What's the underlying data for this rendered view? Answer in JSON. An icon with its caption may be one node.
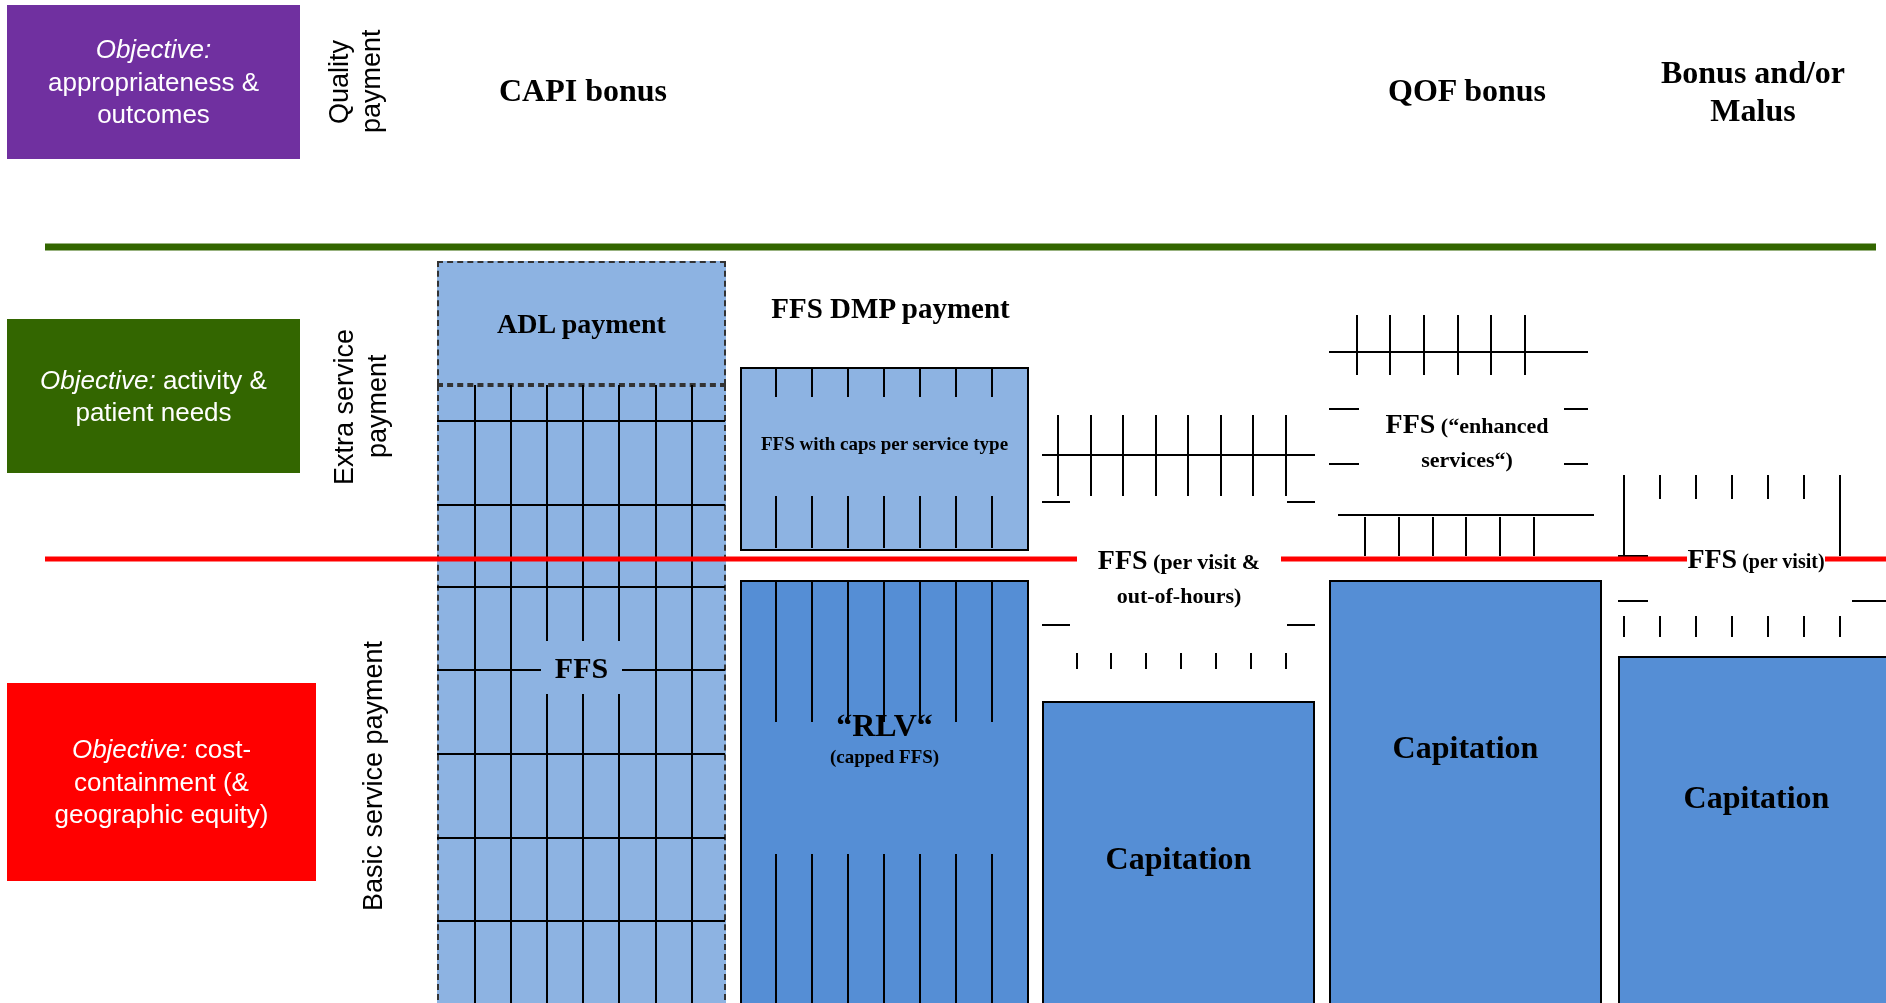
{
  "diagram": {
    "nodes": [
      {
        "text": [
          "*Objective:* appropriateness & outcomes"
        ]
      },
      {
        "text": [
          "*Objective:* activity & patient needs"
        ]
      },
      {
        "text": [
          "*Objective:* cost-containment (& geographic equity)"
        ]
      },
      {
        "text": [
          "ADL payment"
        ]
      },
      {
        "text": [
          "FFS"
        ]
      },
      {
        "text": [
          "FFS with caps per service type"
        ]
      },
      {
        "text": [
          "“RLV“",
          "(capped FFS)"
        ]
      },
      {
        "text": [
          "Capitation"
        ]
      },
      {
        "text": [
          "Capitation"
        ]
      },
      {
        "text": [
          "Capitation"
        ]
      }
    ],
    "labels": [
      "Quality payment",
      "CAPI bonus",
      "QOF bonus",
      "Bonus and/or Malus",
      "Extra service payment",
      "FFS DMP payment",
      "FFS (“enhanced services“)",
      "FFS (per visit & out-of-hours)",
      "FFS (per visit)",
      "Basic service payment"
    ]
  }
}
